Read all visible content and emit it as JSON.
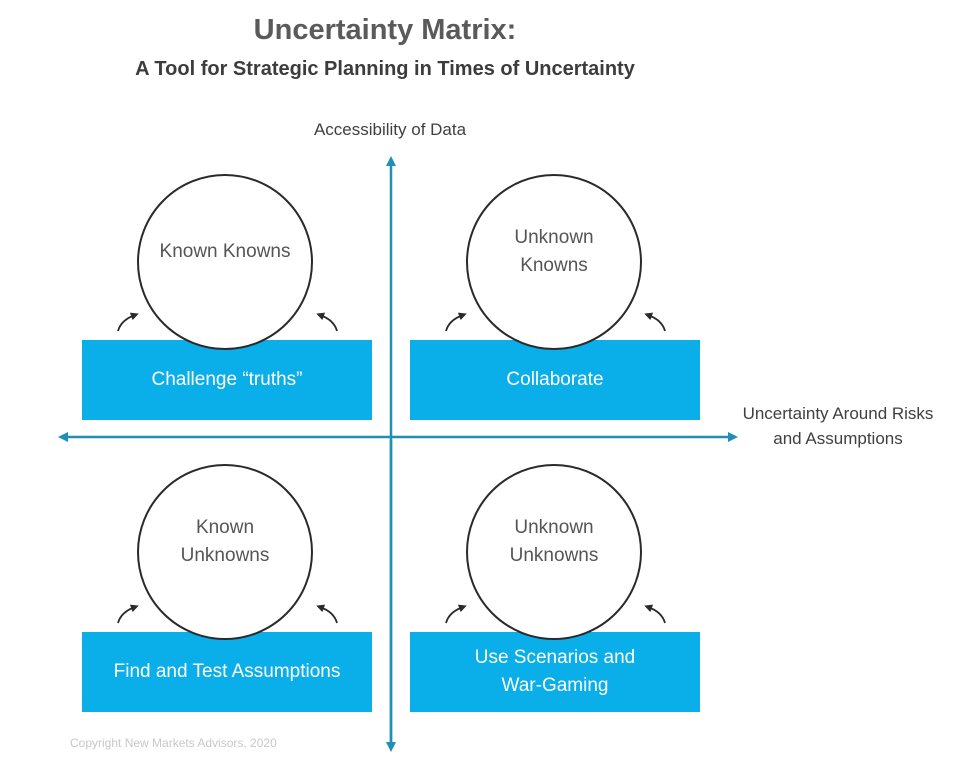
{
  "title": "Uncertainty Matrix:",
  "subtitle": "A Tool for Strategic Planning in Times of Uncertainty",
  "y_axis_label": "Accessibility of Data",
  "x_axis_label": "Uncertainty Around Risks and Assumptions",
  "accent_color": "#0aaee8",
  "axis_color": "#1f8fb8",
  "quadrants": [
    {
      "circle": "Known Knowns",
      "box": "Challenge “truths”"
    },
    {
      "circle": "Unknown Knowns",
      "box": "Collaborate"
    },
    {
      "circle": "Known Unknowns",
      "box": "Find and Test Assumptions"
    },
    {
      "circle": "Unknown Unknowns",
      "box": "Use Scenarios and War-Gaming"
    }
  ],
  "copyright": "Copyright New Markets Advisors, 2020"
}
